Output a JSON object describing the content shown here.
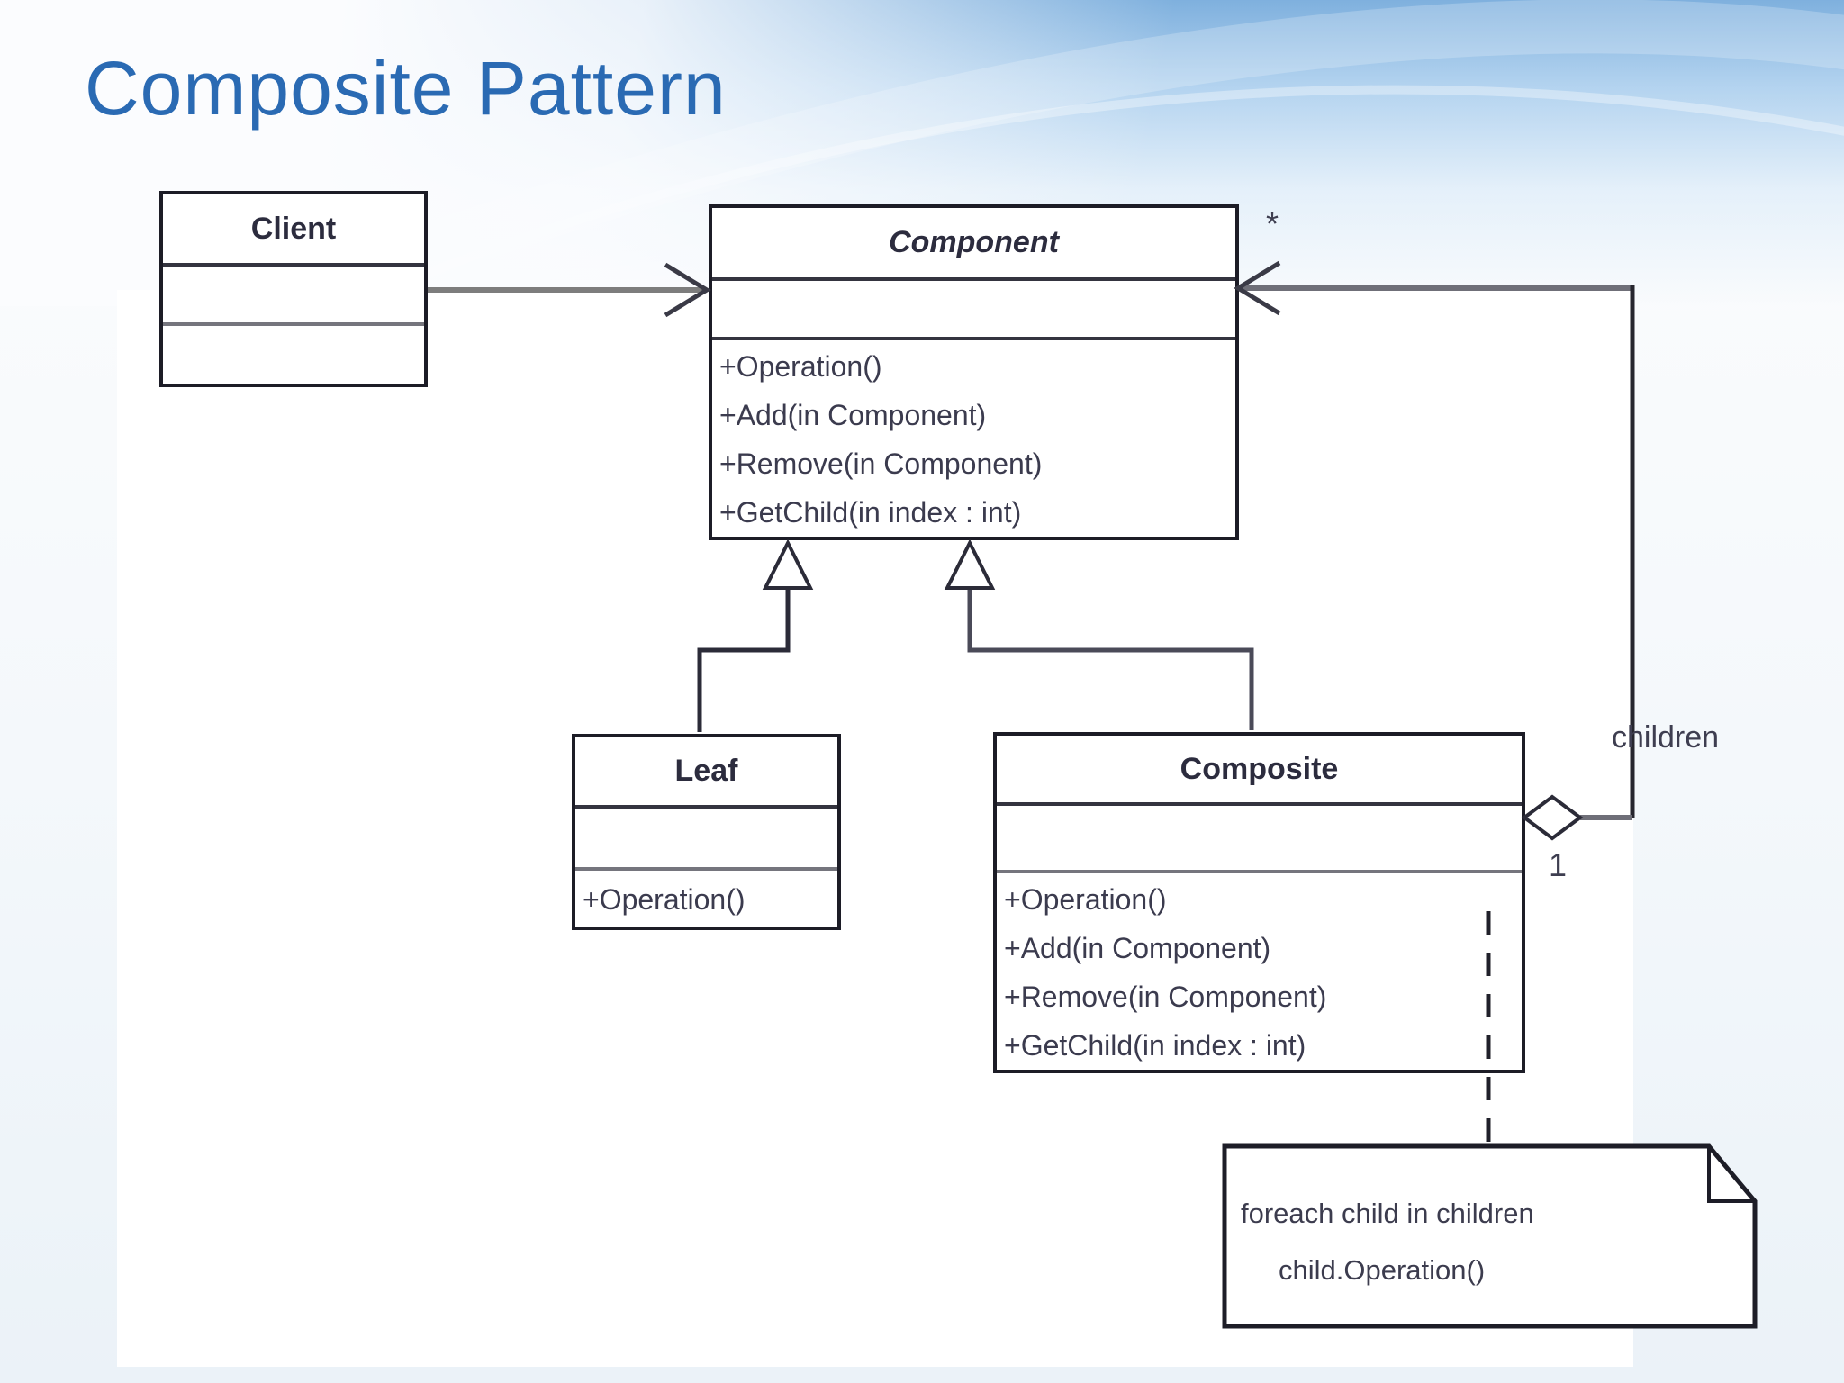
{
  "slide": {
    "title": "Composite Pattern"
  },
  "diagram": {
    "classes": {
      "client": {
        "name": "Client",
        "operations": []
      },
      "component": {
        "name": "Component",
        "operations": [
          "+Operation()",
          "+Add(in Component)",
          "+Remove(in Component)",
          "+GetChild(in index : int)"
        ]
      },
      "leaf": {
        "name": "Leaf",
        "operations": [
          "+Operation()"
        ]
      },
      "composite": {
        "name": "Composite",
        "operations": [
          "+Operation()",
          "+Add(in Component)",
          "+Remove(in Component)",
          "+GetChild(in index : int)"
        ]
      }
    },
    "labels": {
      "children": "children",
      "composite_multiplicity": "1",
      "component_multiplicity": "*"
    },
    "note": {
      "line1": "foreach child in children",
      "line2": "child.Operation()"
    },
    "colors": {
      "title_blue": "#2a6ab3",
      "band_blue": "#78acdc",
      "line_dark": "#2b2b38",
      "line_gray": "#7d7d7d",
      "text_dark": "#3b3b4e"
    }
  }
}
